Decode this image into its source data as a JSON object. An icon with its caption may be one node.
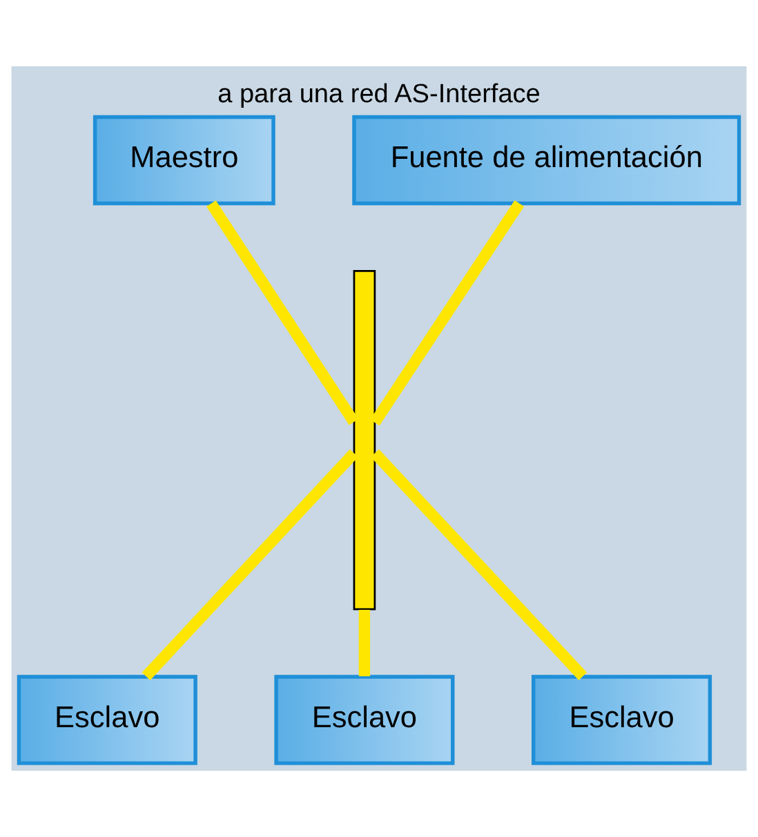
{
  "diagram": {
    "title": "a para una red AS-Interface",
    "nodes": [
      {
        "text": [
          "Maestro"
        ]
      },
      {
        "text": [
          "Fuente de alimentación"
        ]
      },
      {
        "text": [],
        "shape": "bar"
      },
      {
        "text": [
          "Esclavo"
        ]
      },
      {
        "text": [
          "Esclavo"
        ]
      },
      {
        "text": [
          "Esclavo"
        ]
      }
    ],
    "edges": [
      {
        "from": 0,
        "to": 2,
        "arrow": "none"
      },
      {
        "from": 1,
        "to": 2,
        "arrow": "none"
      },
      {
        "from": 2,
        "to": 3,
        "arrow": "none"
      },
      {
        "from": 2,
        "to": 4,
        "arrow": "none"
      },
      {
        "from": 2,
        "to": 5,
        "arrow": "none"
      }
    ]
  }
}
